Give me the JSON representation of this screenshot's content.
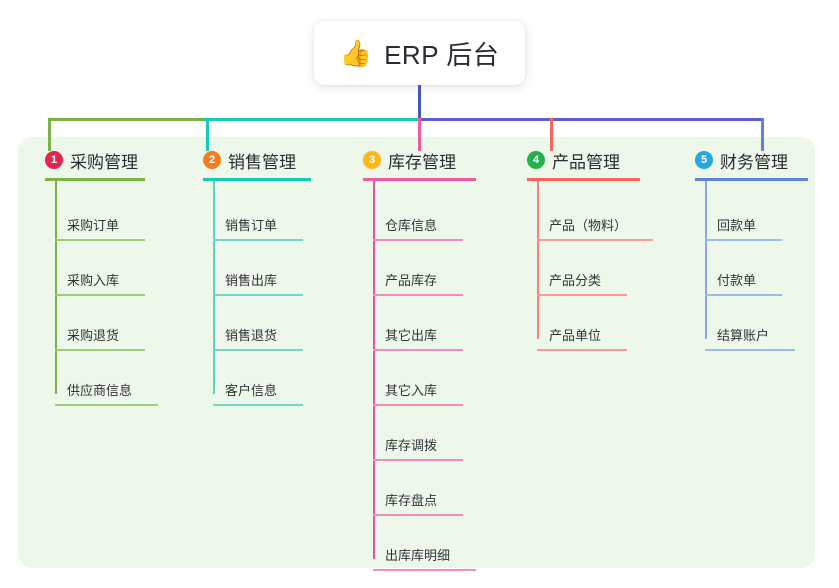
{
  "diagram": {
    "type": "mind-map",
    "root": {
      "emoji": "👍",
      "emoji_name": "thumbs-up-icon",
      "title": "ERP 后台"
    },
    "board_color": "#edf7ea",
    "branches": [
      {
        "number": "1",
        "title": "采购管理",
        "color": "#7cb342",
        "badge_color": "#e8224e",
        "items": [
          "采购订单",
          "采购入库",
          "采购退货",
          "供应商信息"
        ]
      },
      {
        "number": "2",
        "title": "销售管理",
        "color": "#18c9b4",
        "badge_color": "#f57c20",
        "items": [
          "销售订单",
          "销售出库",
          "销售退货",
          "客户信息"
        ]
      },
      {
        "number": "3",
        "title": "库存管理",
        "color": "#ef5ba1",
        "badge_color": "#fbb618",
        "items": [
          "仓库信息",
          "产品库存",
          "其它出库",
          "其它入库",
          "库存调拨",
          "库存盘点",
          "出库库明细"
        ]
      },
      {
        "number": "4",
        "title": "产品管理",
        "color": "#f8655f",
        "badge_color": "#22b14c",
        "items": [
          "产品（物料）",
          "产品分类",
          "产品单位"
        ]
      },
      {
        "number": "5",
        "title": "财务管理",
        "color": "#5b86d8",
        "badge_color": "#29a6e0",
        "items": [
          "回款单",
          "付款单",
          "结算账户"
        ]
      }
    ],
    "trunk": {
      "stem_color": "#4456c4",
      "left_segment_color": "#7cb342",
      "mid_segment_color": "#18c9b4",
      "right_segment_color": "#5b5fd0"
    }
  }
}
